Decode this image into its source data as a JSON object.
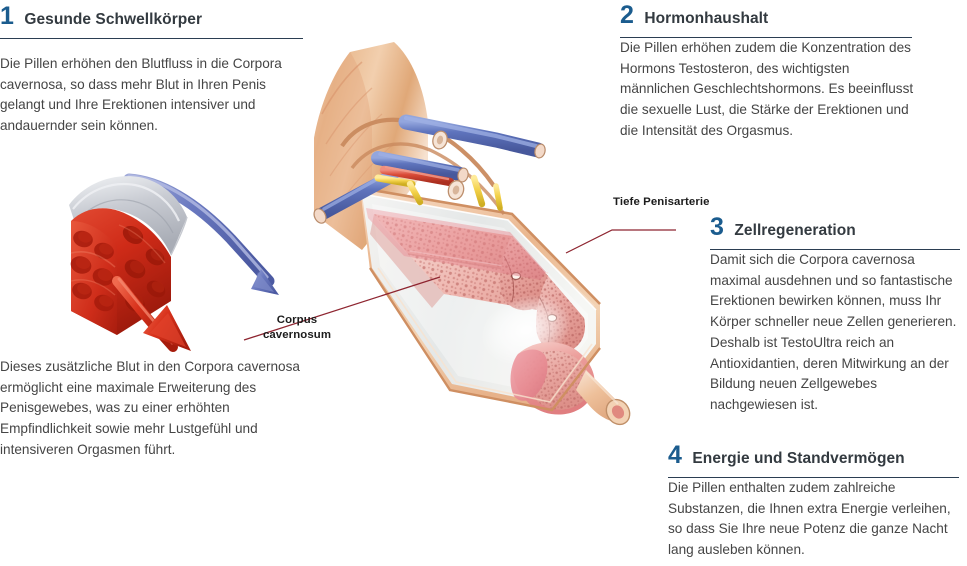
{
  "sections": [
    {
      "number": "1",
      "title": "Gesunde Schwellkörper",
      "body": "Die Pillen erhöhen den Blutfluss in die Corpora cavernosa, so dass mehr Blut in Ihren Penis gelangt und Ihre Erektionen intensiver und andauernder sein können.",
      "body_extra": "Dieses zusätzliche Blut in den Corpora cavernosa ermöglicht eine maximale Erweiterung des Penisgewebes, was zu einer erhöhten Empfindlichkeit sowie mehr Lustgefühl und intensiveren Orgasmen führt."
    },
    {
      "number": "2",
      "title": "Hormonhaushalt",
      "body": "Die Pillen erhöhen zudem die Konzentration des Hormons Testosteron, des wichtigsten männlichen Geschlechtshormons. Es beeinflusst die sexuelle Lust, die Stärke der Erektionen und die Intensität des Orgasmus."
    },
    {
      "number": "3",
      "title": "Zellregeneration",
      "body": "Damit sich die Corpora cavernosa maximal ausdehnen und so fantastische Erektionen bewirken können, muss Ihr Körper schneller neue Zellen generieren. Deshalb ist TestoUltra reich an Antioxidantien, deren Mitwirkung an der Bildung neuen Zellgewebes nachgewiesen ist."
    },
    {
      "number": "4",
      "title": "Energie und Standvermögen",
      "body": "Die Pillen enthalten zudem zahlreiche Substanzen, die Ihnen extra Energie verleihen, so dass Sie Ihre neue Potenz die ganze Nacht lang ausleben können."
    }
  ],
  "callouts": {
    "deep_penile_artery": "Tiefe Penisarterie",
    "corpus_cavernosum": "Corpus\ncavernosum"
  },
  "colors": {
    "number_blue": "#1b5c8e",
    "rule_navy": "#2b3e52",
    "title_dark": "#333a40",
    "body_gray": "#454545",
    "leader_line_red": "#8e2530",
    "tissue_pink": "#e9a8a4",
    "blood_red": "#c92b1e",
    "vein_blue": "#6f7fc4",
    "skin_tan": "#e8b089",
    "background": "#ffffff"
  },
  "diagram": {
    "main_title": "penis-cross-section-illustration",
    "left_title": "corpus-cavernosum-detail-illustration"
  }
}
